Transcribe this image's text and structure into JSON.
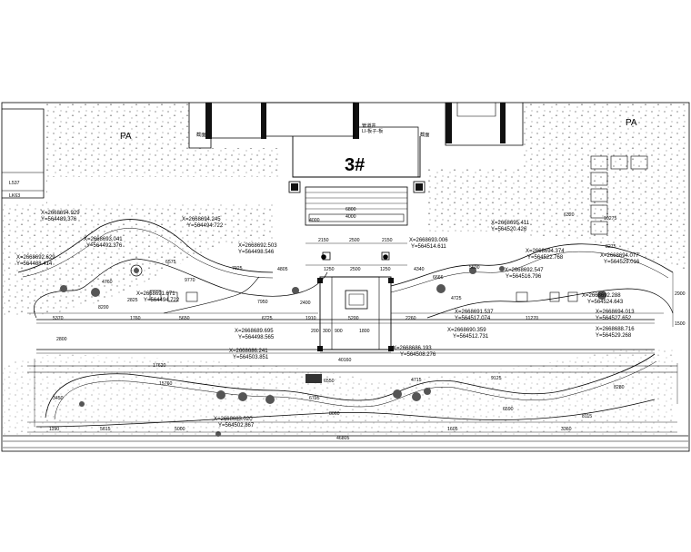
{
  "plan": {
    "building_label": "3#",
    "pa_labels": [
      "PA",
      "PA"
    ],
    "top_left_marks": [
      "L537",
      "LK63"
    ],
    "small_labels": [
      "管道井",
      "LI-板子-板",
      "截面",
      "截面"
    ],
    "coordinates": [
      {
        "x": "X=2668694.929",
        "y": "Y=564489.376"
      },
      {
        "x": "X=2668694.245",
        "y": "Y=564494.722"
      },
      {
        "x": "X=2668693.041",
        "y": "Y=564492.376"
      },
      {
        "x": "X=2668692.503",
        "y": "Y=564498.546"
      },
      {
        "x": "X=2668692.629",
        "y": "Y=564488.414"
      },
      {
        "x": "X=2668695.411",
        "y": "Y=564520.426"
      },
      {
        "x": "X=2668693.006",
        "y": "Y=564514.611"
      },
      {
        "x": "X=2668694.374",
        "y": "Y=564522.768"
      },
      {
        "x": "X=2668694.077",
        "y": "Y=564529.016"
      },
      {
        "x": "X=2668692.547",
        "y": "Y=564516.796"
      },
      {
        "x": "X=2668692.288",
        "y": "Y=564524.643"
      },
      {
        "x": "X=2668691.671",
        "y": "Y=564494.722"
      },
      {
        "x": "X=2668689.695",
        "y": "Y=564498.565"
      },
      {
        "x": "X=2668691.537",
        "y": "Y=564517.074"
      },
      {
        "x": "X=2668690.359",
        "y": "Y=564512.731"
      },
      {
        "x": "X=2668694.013",
        "y": "Y=564527.652"
      },
      {
        "x": "X=2668688.716",
        "y": "Y=564529.268"
      },
      {
        "x": "X=2668686.241",
        "y": "Y=564503.851"
      },
      {
        "x": "X=2668686.193",
        "y": "Y=564508.276"
      },
      {
        "x": "X=2668683.020",
        "y": "Y=564502.867"
      }
    ],
    "dimensions": [
      {
        "v": "6800"
      },
      {
        "v": "4000"
      },
      {
        "v": "2150"
      },
      {
        "v": "2500"
      },
      {
        "v": "2150"
      },
      {
        "v": "1250"
      },
      {
        "v": "2500"
      },
      {
        "v": "1250"
      },
      {
        "v": "4805"
      },
      {
        "v": "4340"
      },
      {
        "v": "2400"
      },
      {
        "v": "1910"
      },
      {
        "v": "5200"
      },
      {
        "v": "2260"
      },
      {
        "v": "11270"
      },
      {
        "v": "5370"
      },
      {
        "v": "1760"
      },
      {
        "v": "5650"
      },
      {
        "v": "6725"
      },
      {
        "v": "40160"
      },
      {
        "v": "17620"
      },
      {
        "v": "15760"
      },
      {
        "v": "6550"
      },
      {
        "v": "6795"
      },
      {
        "v": "8060"
      },
      {
        "v": "4715"
      },
      {
        "v": "9125"
      },
      {
        "v": "6590"
      },
      {
        "v": "8115"
      },
      {
        "v": "8280"
      },
      {
        "v": "5615"
      },
      {
        "v": "5000"
      },
      {
        "v": "1605"
      },
      {
        "v": "3360"
      },
      {
        "v": "46805"
      },
      {
        "v": "2900"
      },
      {
        "v": "1500"
      },
      {
        "v": "2800"
      },
      {
        "v": "3450"
      },
      {
        "v": "1190"
      },
      {
        "v": "6575"
      },
      {
        "v": "7950"
      },
      {
        "v": "9770"
      },
      {
        "v": "7925"
      },
      {
        "v": "4760"
      },
      {
        "v": "2825"
      },
      {
        "v": "8200"
      },
      {
        "v": "6320"
      },
      {
        "v": "6666"
      },
      {
        "v": "5600"
      },
      {
        "v": "4725"
      },
      {
        "v": "10275"
      },
      {
        "v": "8275"
      },
      {
        "v": "1800"
      },
      {
        "v": "900"
      },
      {
        "v": "300"
      },
      {
        "v": "200"
      },
      {
        "v": "4000"
      }
    ]
  }
}
